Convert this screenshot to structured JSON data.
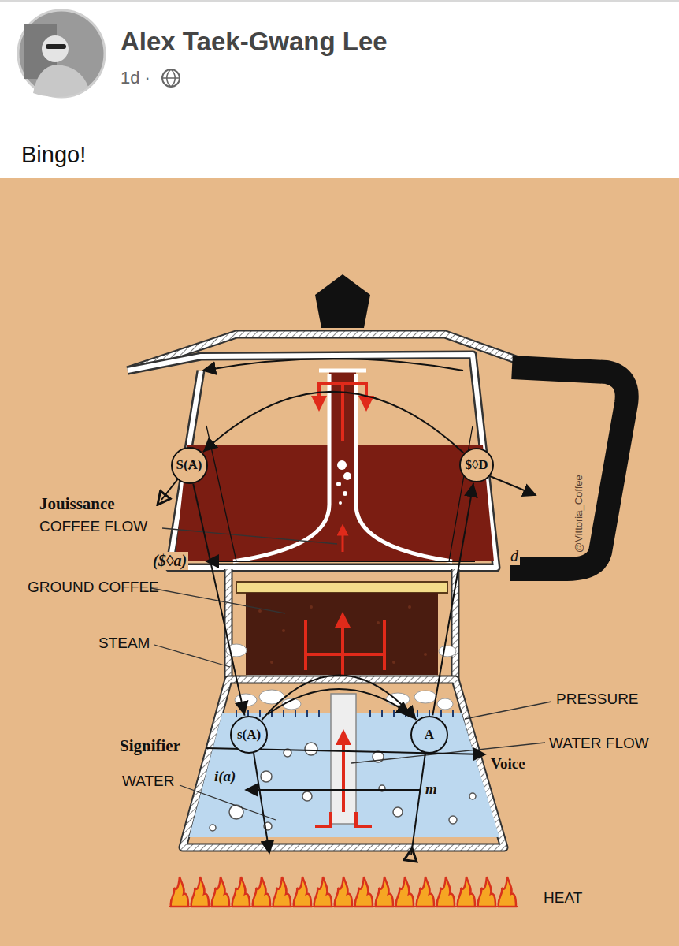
{
  "diagram": {
    "nodes": [
      {
        "text": [
          "S(Ⱥ)"
        ]
      },
      {
        "text": [
          "$◊D"
        ]
      },
      {
        "text": [
          "s(A)"
        ]
      },
      {
        "text": [
          "A"
        ]
      }
    ],
    "edges": [
      {
        "from": 2,
        "to": 3,
        "arrow": "to"
      },
      {
        "from": 3,
        "to": 1,
        "arrow": "to"
      },
      {
        "from": 0,
        "to": 2,
        "arrow": "to"
      },
      {
        "from": 1,
        "to": 0,
        "arrow": "to"
      }
    ],
    "labels": [
      "Alex Taek-Gwang Lee",
      "1d ·",
      "Bingo!",
      "@Vittoria_Coffee",
      "Jouissance",
      "COFFEE FLOW",
      "($◊a)",
      "d",
      "GROUND COFFEE",
      "STEAM",
      "PRESSURE",
      "Signifier",
      "WATER",
      "Voice",
      "WATER FLOW",
      "i(a)",
      "m",
      "HEAT"
    ]
  }
}
